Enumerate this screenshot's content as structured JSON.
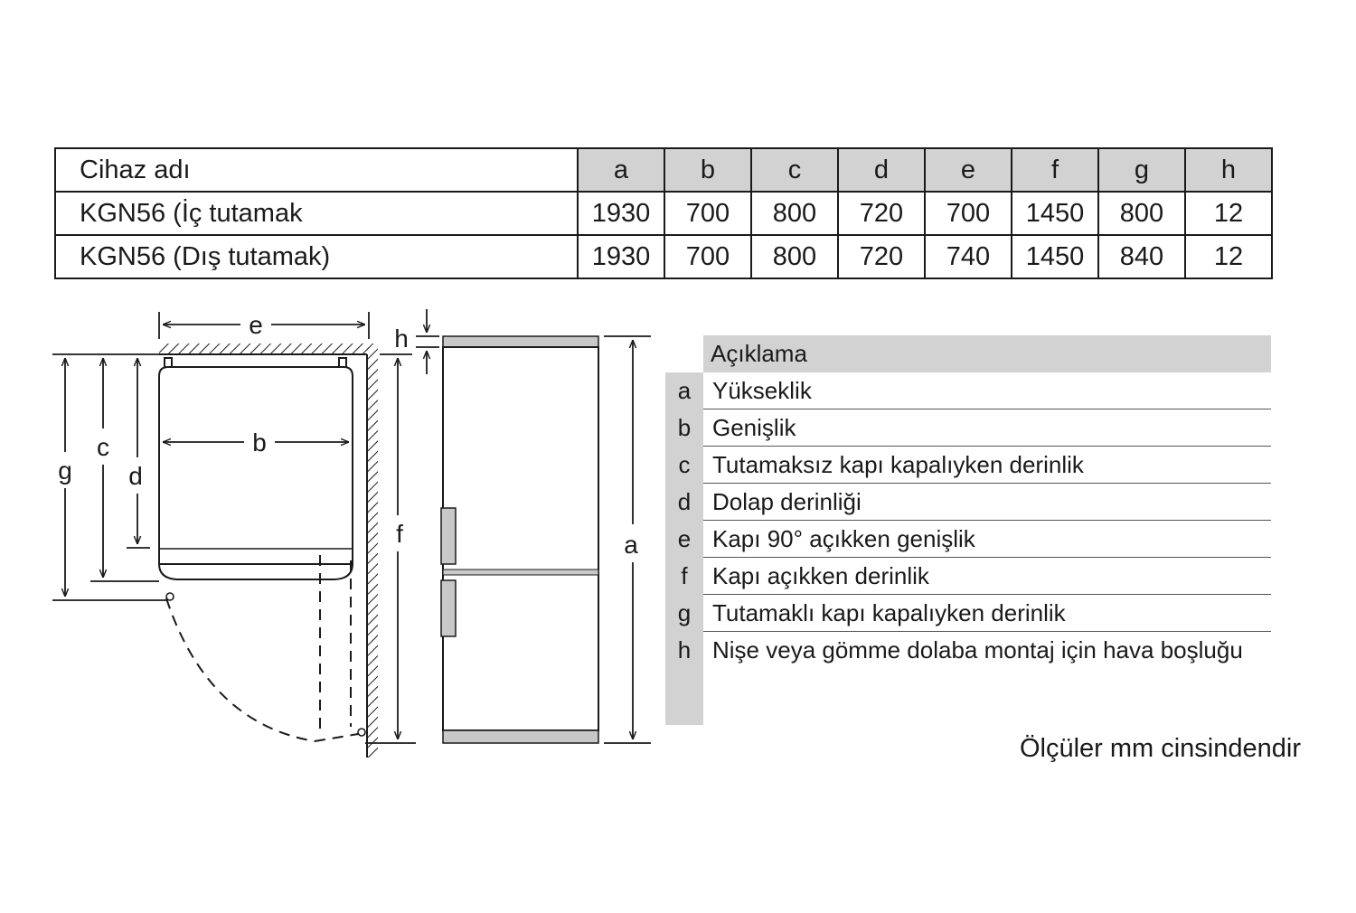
{
  "table": {
    "name_header": "Cihaz adı",
    "keys": [
      "a",
      "b",
      "c",
      "d",
      "e",
      "f",
      "g",
      "h"
    ],
    "rows": [
      {
        "name": "KGN56 (İç tutamak",
        "values": [
          "1930",
          "700",
          "800",
          "720",
          "700",
          "1450",
          "800",
          "12"
        ]
      },
      {
        "name": "KGN56 (Dış tutamak)",
        "values": [
          "1930",
          "700",
          "800",
          "720",
          "740",
          "1450",
          "840",
          "12"
        ]
      }
    ]
  },
  "diagram_labels": {
    "e": "e",
    "b": "b",
    "c": "c",
    "d": "d",
    "g": "g",
    "f": "f",
    "h": "h",
    "a": "a"
  },
  "legend": {
    "title": "Açıklama",
    "items": [
      {
        "key": "a",
        "text": "Yükseklik"
      },
      {
        "key": "b",
        "text": "Genişlik"
      },
      {
        "key": "c",
        "text": "Tutamaksız kapı kapalıyken derinlik"
      },
      {
        "key": "d",
        "text": "Dolap derinliği"
      },
      {
        "key": "e",
        "text": "Kapı 90° açıkken genişlik"
      },
      {
        "key": "f",
        "text": "Kapı açıkken derinlik"
      },
      {
        "key": "g",
        "text": "Tutamaklı kapı kapalıyken derinlik"
      },
      {
        "key": "h",
        "text": "Nişe veya gömme dolaba montaj için hava boşluğu"
      }
    ]
  },
  "units_note": "Ölçüler mm cinsindendir"
}
